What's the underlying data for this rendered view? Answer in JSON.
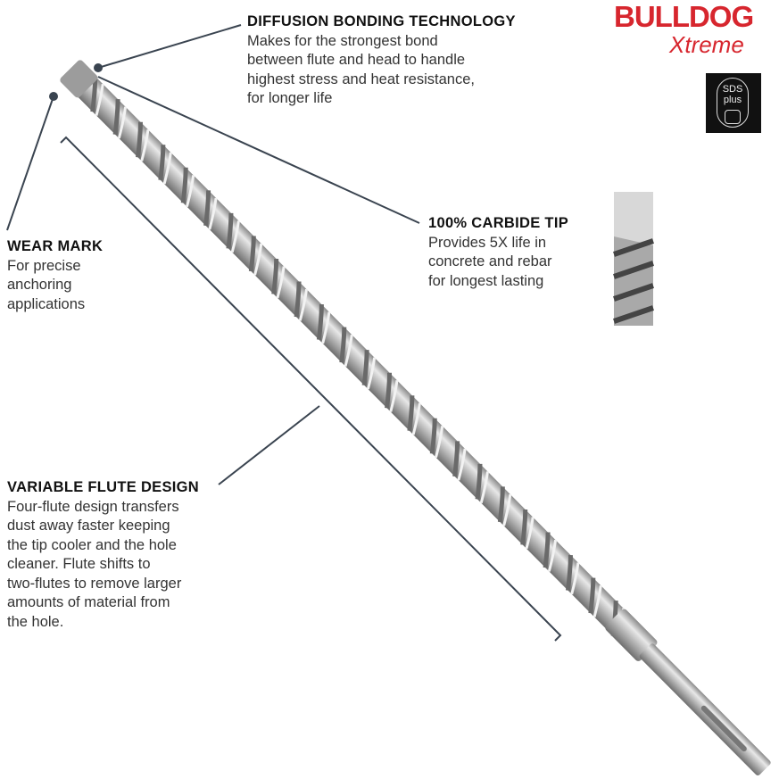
{
  "brand": {
    "logo_text": "BULLDOG",
    "logo_sub": "Xtreme",
    "logo_color": "#d7262e",
    "badge_line1": "SDS",
    "badge_line2": "plus"
  },
  "callouts": [
    {
      "title": "DIFFUSION BONDING TECHNOLOGY",
      "lines": [
        "Makes for the strongest bond",
        "between flute and head to handle",
        "highest stress and heat resistance,",
        "for longer life"
      ]
    },
    {
      "title": "WEAR MARK",
      "lines": [
        "For precise",
        "anchoring",
        "applications"
      ]
    },
    {
      "title": "100% CARBIDE TIP",
      "lines": [
        "Provides 5X life in",
        "concrete and rebar",
        "for longest lasting"
      ]
    },
    {
      "title": "VARIABLE FLUTE DESIGN",
      "lines": [
        "Four-flute design transfers",
        "dust away faster keeping",
        "the tip cooler and the hole",
        "cleaner. Flute shifts to",
        "two-flutes to remove larger",
        "amounts of material from",
        "the hole."
      ]
    }
  ],
  "colors": {
    "leader": "#3a4450",
    "steel": "#b8b8b8"
  }
}
